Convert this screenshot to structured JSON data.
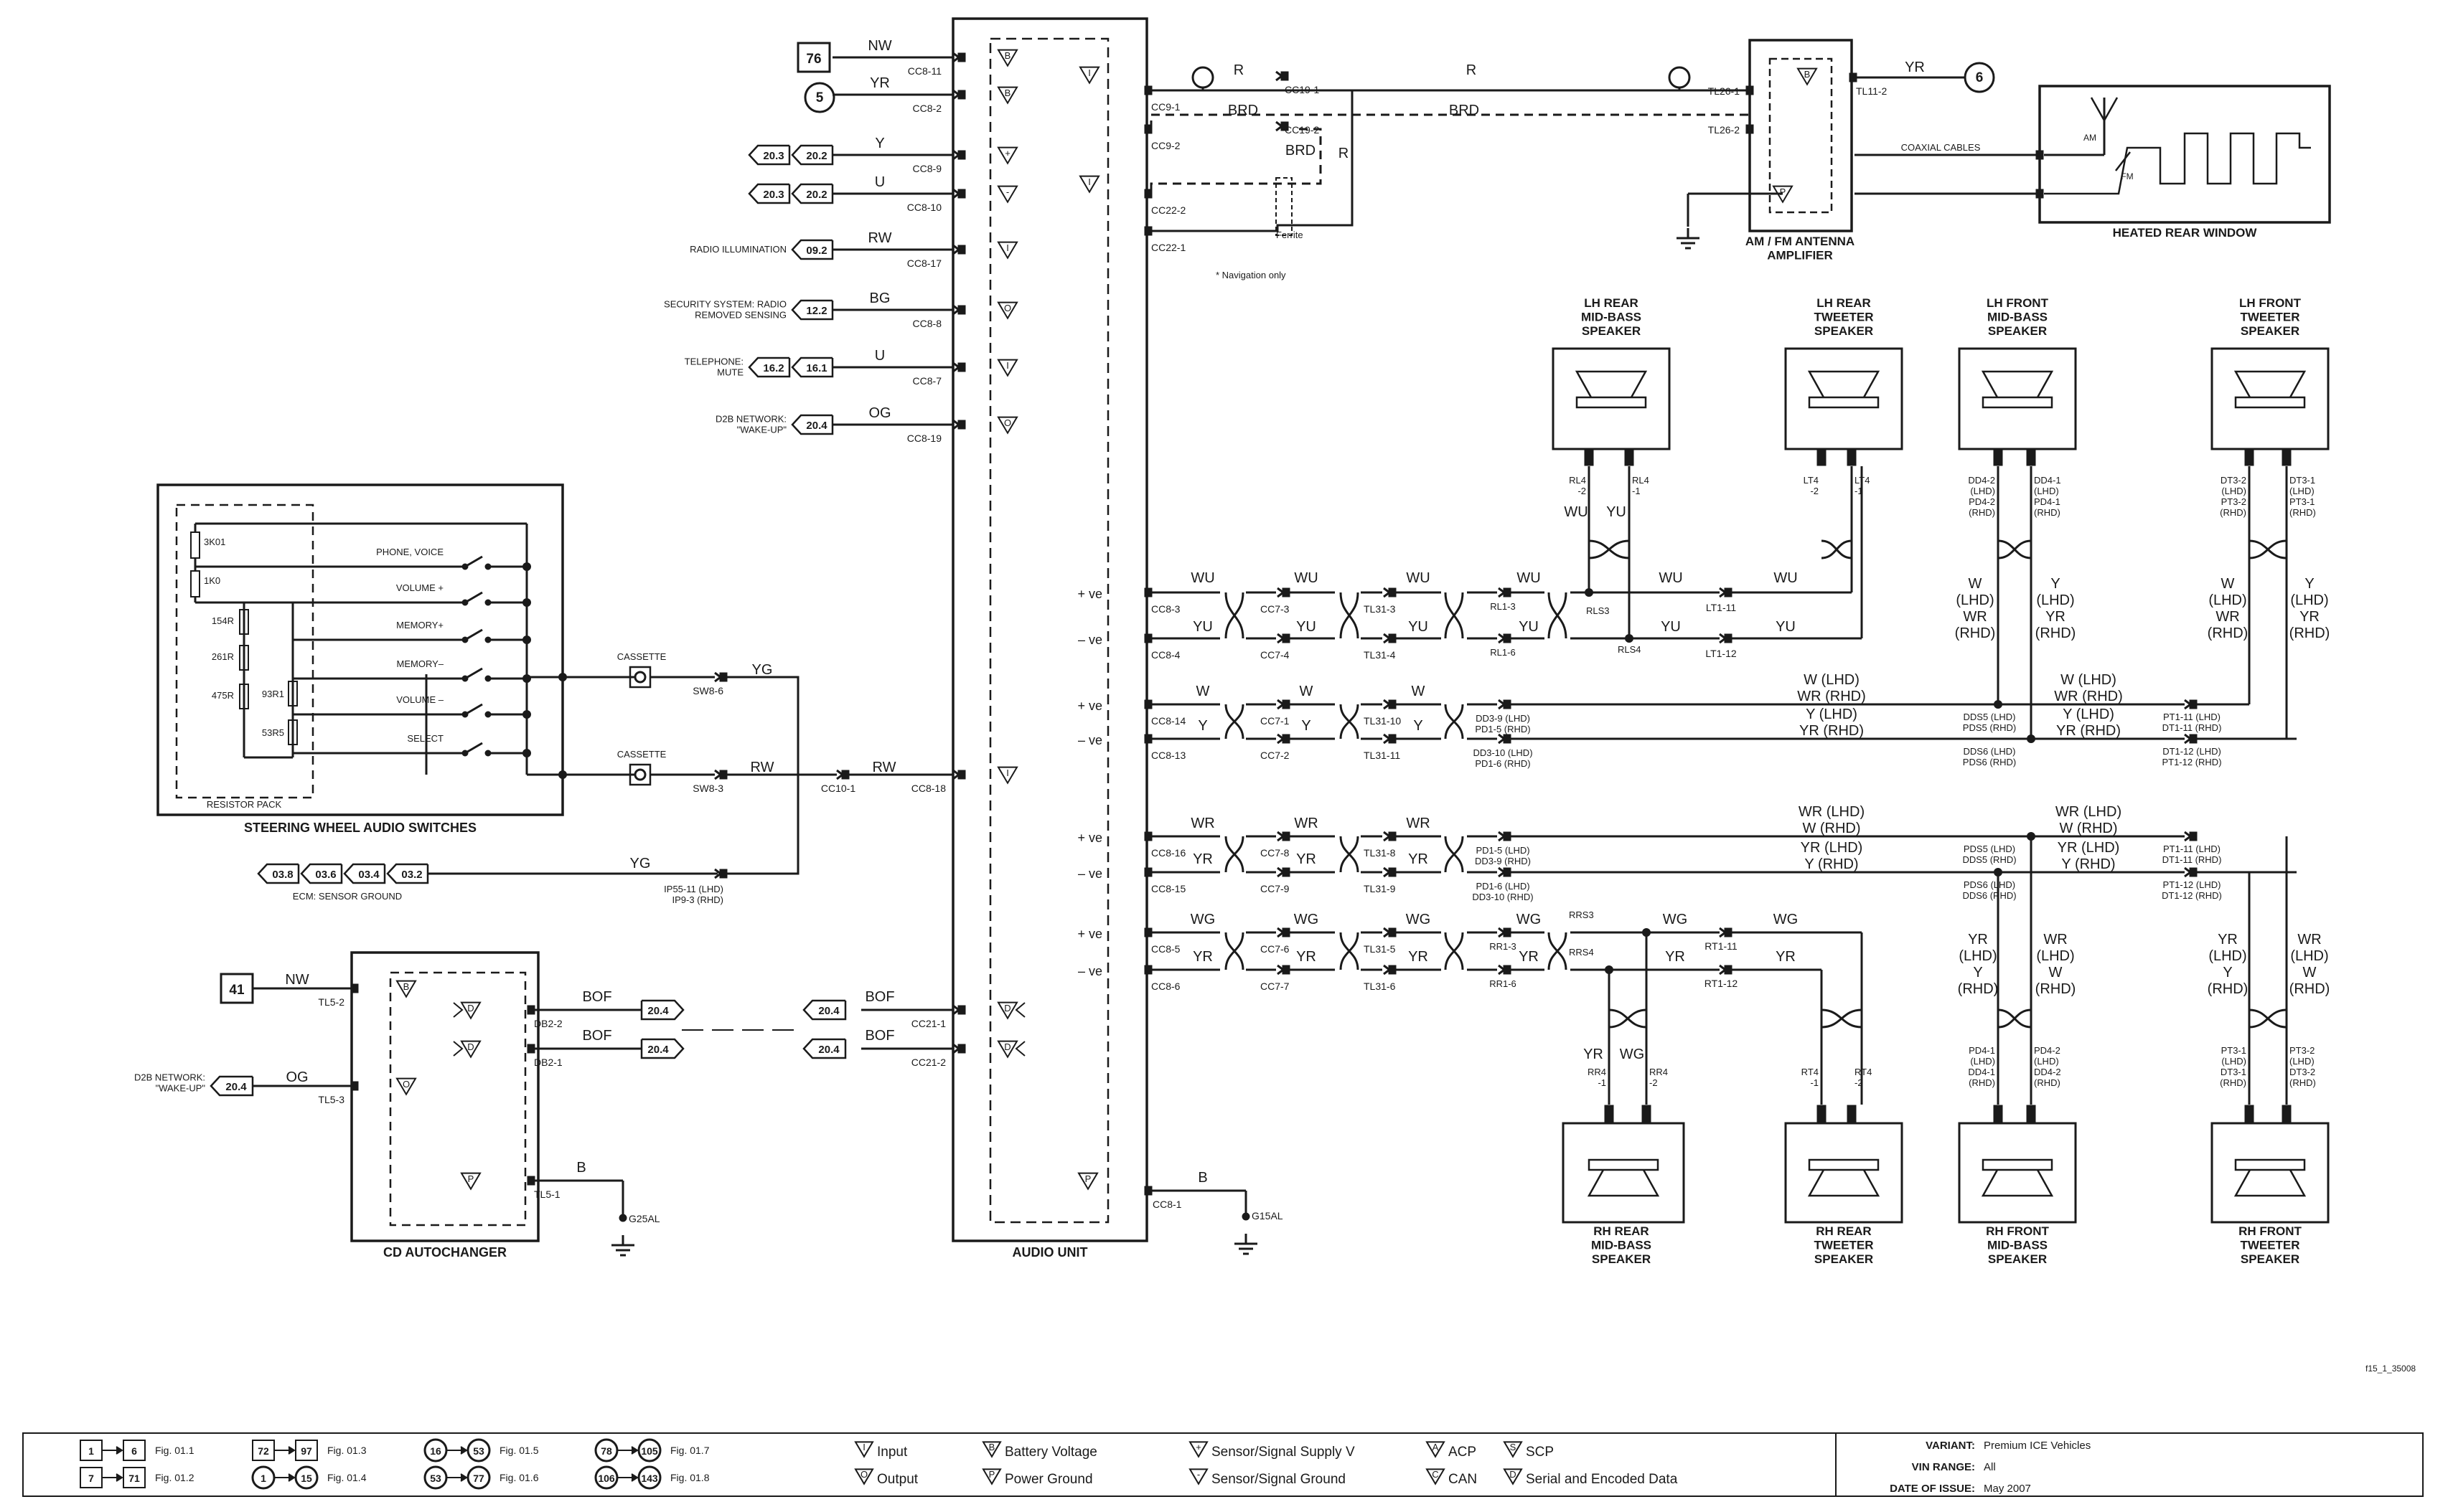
{
  "audio_unit": {
    "title": "AUDIO UNIT",
    "note": "* Navigation only",
    "left_pins": [
      {
        "wire": "NW",
        "pin": "CC8-11",
        "ref": "76",
        "ref_kind": "square",
        "symbol": "B"
      },
      {
        "wire": "YR",
        "pin": "CC8-2",
        "ref": "5",
        "ref_kind": "circle",
        "symbol": "B"
      },
      {
        "wire": "Y",
        "pin": "CC8-9",
        "refs": [
          "20.3",
          "20.2"
        ],
        "ref_kind": "tag",
        "symbol": "+"
      },
      {
        "wire": "U",
        "pin": "CC8-10",
        "refs": [
          "20.3",
          "20.2"
        ],
        "ref_kind": "tag",
        "symbol": "-"
      },
      {
        "wire": "RW",
        "pin": "CC8-17",
        "refs": [
          "09.2"
        ],
        "ref_kind": "tag",
        "label": "RADIO ILLUMINATION",
        "symbol": "I"
      },
      {
        "wire": "BG",
        "pin": "CC8-8",
        "refs": [
          "12.2"
        ],
        "ref_kind": "tag",
        "label": "SECURITY SYSTEM: RADIO REMOVED SENSING",
        "symbol": "O"
      },
      {
        "wire": "U",
        "pin": "CC8-7",
        "refs": [
          "16.2",
          "16.1"
        ],
        "ref_kind": "tag",
        "label": "TELEPHONE: MUTE",
        "symbol": "I"
      },
      {
        "wire": "OG",
        "pin": "CC8-19",
        "refs": [
          "20.4"
        ],
        "ref_kind": "tag",
        "label": "D2B NETWORK: \"WAKE-UP\"",
        "symbol": "O"
      }
    ],
    "right_top": {
      "pins": [
        "CC9-1",
        "CC9-2",
        "CC22-2",
        "CC22-1"
      ],
      "inline": [
        "CC19-1",
        "CC19-2"
      ],
      "wires": [
        "R",
        "BRD",
        "BRD",
        "R",
        "R",
        "BRD"
      ],
      "ferrite": "Ferrite"
    }
  },
  "steering_wheel": {
    "title": "STEERING WHEEL AUDIO SWITCHES",
    "resistor_pack": "RESISTOR PACK",
    "resistors": [
      "3K01",
      "1K0",
      "154R",
      "261R",
      "475R",
      "93R1",
      "53R5"
    ],
    "switches": [
      "PHONE, VOICE",
      "VOLUME +",
      "MEMORY+",
      "MEMORY–",
      "VOLUME –",
      "SELECT"
    ],
    "cassette": "CASSETTE",
    "wire1": {
      "color": "YG",
      "pin": "SW8-6"
    },
    "wire2": {
      "color": "RW",
      "pin": "SW8-3",
      "inline": "CC10-1",
      "audio_pin": "CC8-18",
      "color2": "RW"
    },
    "ecm": {
      "color": "YG",
      "pins": "IP55-11 (LHD)\nIP9-3 (RHD)",
      "refs": [
        "03.8",
        "03.6",
        "03.4",
        "03.2"
      ],
      "label": "ECM: SENSOR GROUND"
    }
  },
  "cd_changer": {
    "title": "CD AUTOCHANGER",
    "ref": "41",
    "nw": "NW",
    "tl52": "TL5-2",
    "og": "OG",
    "tl53": "TL5-3",
    "d2b_label": "D2B NETWORK: \"WAKE-UP\"",
    "d2b_ref": "20.4",
    "bof1": "BOF",
    "bof2": "BOF",
    "db22": "DB2-2",
    "db21": "DB2-1",
    "link_ref": "20.4",
    "b": "B",
    "tl51": "TL5-1",
    "ground": "G25AL"
  },
  "audio_bottom": {
    "bof1": "BOF",
    "bof2": "BOF",
    "cc211": "CC21-1",
    "cc212": "CC21-2",
    "ref": "20.4",
    "b": "B",
    "cc81": "CC8-1",
    "ground": "G15AL"
  },
  "antenna": {
    "title": "AM / FM ANTENNA AMPLIFIER",
    "pins": [
      "TL26-1",
      "TL26-2",
      "TL11-2"
    ],
    "yr": "YR",
    "ref": "6",
    "coax": "COAXIAL CABLES",
    "am": "AM",
    "fm": "FM",
    "window": "HEATED REAR WINDOW"
  },
  "speaker_bus": {
    "pve": "+ ve",
    "nve": "– ve",
    "rows": [
      {
        "pin": "CC8-3",
        "cc7": "CC7-3",
        "tl31": "TL31-3",
        "rl": "RL1-3",
        "w": [
          "WU",
          "WU",
          "WU",
          "WU",
          "WU",
          "WU"
        ],
        "end": "LT1-11",
        "rlabel": "RLS3"
      },
      {
        "pin": "CC8-4",
        "cc7": "CC7-4",
        "tl31": "TL31-4",
        "rl": "RL1-6",
        "w": [
          "YU",
          "YU",
          "YU",
          "YU",
          "YU",
          "YU"
        ],
        "end": "LT1-12",
        "rlabel": "RLS4"
      },
      {
        "pin": "CC8-14",
        "cc7": "CC7-1",
        "tl31": "TL31-10",
        "rl": "DD3-9 (LHD)\nPD1-5 (RHD)",
        "w": [
          "W",
          "W",
          "W"
        ],
        "wide": "W (LHD)\nWR (RHD)",
        "wide2": "W (LHD)\nWR (RHD)",
        "end": "PT1-11 (LHD)\nDT1-11 (RHD)",
        "mid": "DDS5 (LHD)\nPDS5 (RHD)"
      },
      {
        "pin": "CC8-13",
        "cc7": "CC7-2",
        "tl31": "TL31-11",
        "rl": "DD3-10 (LHD)\nPD1-6 (RHD)",
        "w": [
          "Y",
          "Y",
          "Y"
        ],
        "wide": "Y (LHD)\nYR (RHD)",
        "wide2": "Y (LHD)\nYR (RHD)",
        "end": "DT1-12 (LHD)\nPT1-12 (RHD)",
        "mid": "DDS6 (LHD)\nPDS6 (RHD)"
      },
      {
        "pin": "CC8-16",
        "cc7": "CC7-8",
        "tl31": "TL31-8",
        "rl": "PD1-5 (LHD)\nDD3-9 (RHD)",
        "w": [
          "WR",
          "WR",
          "WR"
        ],
        "wide": "WR (LHD)\nW (RHD)",
        "wide2": "WR (LHD)\nW (RHD)",
        "end": "PT1-11 (LHD)\nDT1-11 (RHD)",
        "mid": "PDS5 (LHD)\nDDS5 (RHD)"
      },
      {
        "pin": "CC8-15",
        "cc7": "CC7-9",
        "tl31": "TL31-9",
        "rl": "PD1-6 (LHD)\nDD3-10 (RHD)",
        "w": [
          "YR",
          "YR",
          "YR"
        ],
        "wide": "YR (LHD)\nY (RHD)",
        "wide2": "YR (LHD)\nY (RHD)",
        "end": "PT1-12 (LHD)\nDT1-12 (RHD)",
        "mid": "PDS6 (LHD)\nDDS6 (RHD)"
      },
      {
        "pin": "CC8-5",
        "cc7": "CC7-6",
        "tl31": "TL31-5",
        "rl": "RR1-3",
        "w": [
          "WG",
          "WG",
          "WG",
          "WG",
          "WG",
          "WG"
        ],
        "end": "RT1-11",
        "rlabel": "RRS3"
      },
      {
        "pin": "CC8-6",
        "cc7": "CC7-7",
        "tl31": "TL31-6",
        "rl": "RR1-6",
        "w": [
          "YR",
          "YR",
          "YR",
          "YR",
          "YR",
          "YR"
        ],
        "end": "RT1-12",
        "rlabel": "RRS4"
      }
    ]
  },
  "speakers_top": [
    {
      "title": "LH REAR\nMID-BASS\nSPEAKER",
      "pins": [
        "RL4\n-2",
        "RL4\n-1"
      ],
      "wires": [
        "WU",
        "YU"
      ]
    },
    {
      "title": "LH REAR\nTWEETER\nSPEAKER",
      "pins": [
        "LT4\n-2",
        "LT4\n-1"
      ],
      "wires": []
    },
    {
      "title": "LH FRONT\nMID-BASS\nSPEAKER",
      "pins": [
        "DD4-2\n(LHD)\nPD4-2\n(RHD)",
        "DD4-1\n(LHD)\nPD4-1\n(RHD)"
      ],
      "wires": [
        "W\n(LHD)\nWR\n(RHD)",
        "Y\n(LHD)\nYR\n(RHD)"
      ]
    },
    {
      "title": "LH FRONT\nTWEETER\nSPEAKER",
      "pins": [
        "DT3-2\n(LHD)\nPT3-2\n(RHD)",
        "DT3-1\n(LHD)\nPT3-1\n(RHD)"
      ],
      "wires": [
        "W\n(LHD)\nWR\n(RHD)",
        "Y\n(LHD)\nYR\n(RHD)"
      ]
    }
  ],
  "speakers_bottom": [
    {
      "title": "RH REAR\nMID-BASS\nSPEAKER",
      "pins": [
        "RR4\n-1",
        "RR4\n-2"
      ],
      "wires": [
        "YR",
        "WG"
      ]
    },
    {
      "title": "RH REAR\nTWEETER\nSPEAKER",
      "pins": [
        "RT4\n-1",
        "RT4\n-2"
      ],
      "wires": []
    },
    {
      "title": "RH FRONT\nMID-BASS\nSPEAKER",
      "pins": [
        "PD4-1\n(LHD)\nDD4-1\n(RHD)",
        "PD4-2\n(LHD)\nDD4-2\n(RHD)"
      ],
      "wires": [
        "YR\n(LHD)\nY\n(RHD)",
        "WR\n(LHD)\nW\n(RHD)"
      ]
    },
    {
      "title": "RH FRONT\nTWEETER\nSPEAKER",
      "pins": [
        "PT3-1\n(LHD)\nDT3-1\n(RHD)",
        "PT3-2\n(LHD)\nDT3-2\n(RHD)"
      ],
      "wires": [
        "YR\n(LHD)\nY\n(RHD)",
        "WR\n(LHD)\nW\n(RHD)"
      ]
    }
  ],
  "figure_id": "f15_1_35008",
  "legend": {
    "figs": [
      {
        "a": "1",
        "b": "6",
        "fig": "Fig. 01.1",
        "shape": "square"
      },
      {
        "a": "7",
        "b": "71",
        "fig": "Fig. 01.2",
        "shape": "square"
      },
      {
        "a": "72",
        "b": "97",
        "fig": "Fig. 01.3",
        "shape": "square"
      },
      {
        "a": "1",
        "b": "15",
        "fig": "Fig. 01.4",
        "shape": "circle"
      },
      {
        "a": "16",
        "b": "53",
        "fig": "Fig. 01.5",
        "shape": "circle"
      },
      {
        "a": "53",
        "b": "77",
        "fig": "Fig. 01.6",
        "shape": "circle"
      },
      {
        "a": "78",
        "b": "105",
        "fig": "Fig. 01.7",
        "shape": "circle"
      },
      {
        "a": "106",
        "b": "143",
        "fig": "Fig. 01.8",
        "shape": "circle"
      }
    ],
    "symbols": [
      {
        "sym": "I",
        "label": "Input"
      },
      {
        "sym": "O",
        "label": "Output"
      },
      {
        "sym": "B",
        "label": "Battery Voltage"
      },
      {
        "sym": "P",
        "label": "Power Ground"
      },
      {
        "sym": "+",
        "label": "Sensor/Signal Supply V"
      },
      {
        "sym": "-",
        "label": "Sensor/Signal Ground"
      },
      {
        "sym": "A",
        "label": "ACP"
      },
      {
        "sym": "C",
        "label": "CAN"
      },
      {
        "sym": "S",
        "label": "SCP"
      },
      {
        "sym": "D",
        "label": "Serial and Encoded Data"
      }
    ],
    "info": [
      {
        "k": "VARIANT:",
        "v": "Premium ICE Vehicles"
      },
      {
        "k": "VIN RANGE:",
        "v": "All"
      },
      {
        "k": "DATE OF ISSUE:",
        "v": "May 2007"
      }
    ]
  }
}
